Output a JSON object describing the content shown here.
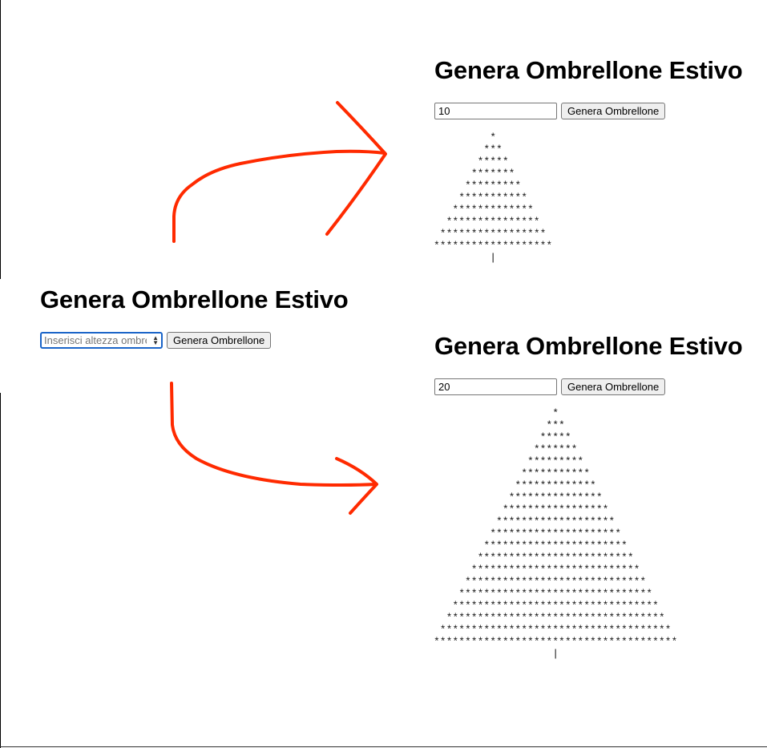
{
  "app": {
    "title": "Genera Ombrellone Estivo"
  },
  "main_form": {
    "input_placeholder": "Inserisci altezza ombrellone",
    "button_label": "Genera Ombrellone"
  },
  "result_small": {
    "input_value": "10",
    "button_label": "Genera Ombrellone",
    "height": 10,
    "star_char": "*",
    "pole_char": "|"
  },
  "result_large": {
    "input_value": "20",
    "button_label": "Genera Ombrellone",
    "height": 20,
    "star_char": "*",
    "pole_char": "|"
  },
  "colors": {
    "arrow": "#ff2a00",
    "focus_border": "#1a64c8"
  }
}
